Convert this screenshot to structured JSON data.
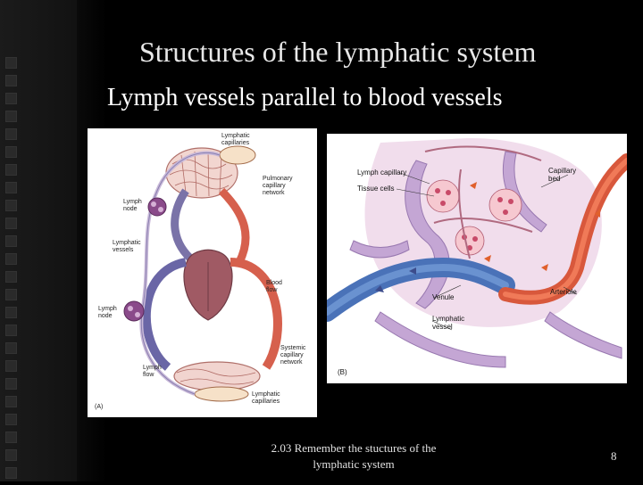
{
  "slide": {
    "title": "Structures of  the lymphatic system",
    "subtitle": "Lymph vessels parallel to blood vessels",
    "footer": "2.03 Remember the stuctures of the lymphatic system",
    "page_number": "8"
  },
  "figure_a": {
    "labels": {
      "lymphatic_capillaries_top_1": "Lymphatic",
      "lymphatic_capillaries_top_2": "capillaries",
      "pulmonary_1": "Pulmonary",
      "pulmonary_2": "capillary",
      "pulmonary_3": "network",
      "lymph_node_upper_1": "Lymph",
      "lymph_node_upper_2": "node",
      "lymphatic_vessels_1": "Lymphatic",
      "lymphatic_vessels_2": "vessels",
      "blood_flow_1": "Blood",
      "blood_flow_2": "flow",
      "lymph_node_lower_1": "Lymph",
      "lymph_node_lower_2": "node",
      "systemic_1": "Systemic",
      "systemic_2": "capillary",
      "systemic_3": "network",
      "lymph_flow_1": "Lymph",
      "lymph_flow_2": "flow",
      "lymphatic_capillaries_bottom_1": "Lymphatic",
      "lymphatic_capillaries_bottom_2": "capillaries",
      "panel_letter": "(A)"
    }
  },
  "figure_b": {
    "labels": {
      "lymph_capillary": "Lymph capillary",
      "tissue_cells": "Tissue cells",
      "capillary_bed_1": "Capillary",
      "capillary_bed_2": "bed",
      "venule": "Venule",
      "lymphatic_vessel_1": "Lymphatic",
      "lymphatic_vessel_2": "vessel",
      "arteriole": "Arteriole",
      "panel_letter": "(B)"
    }
  }
}
